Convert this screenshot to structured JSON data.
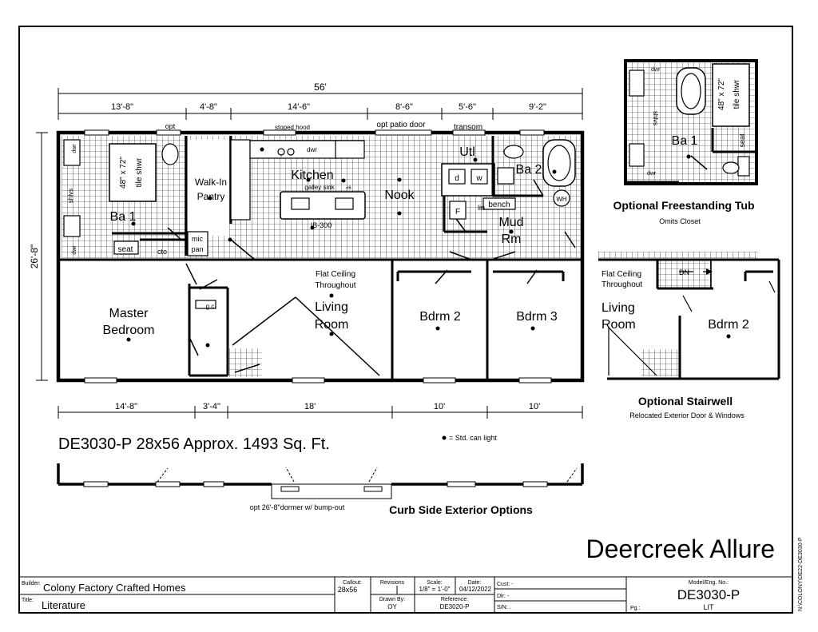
{
  "model_title": "DE3030-P 28x56  Approx. 1493 Sq. Ft.",
  "brand_title": "Deercreek Allure",
  "side_code": "N:\\COLONY\\DE22-DE3030-P",
  "legend": {
    "can_light": "= Std. can light"
  },
  "overall": {
    "width": "56'",
    "depth": "26'-8\""
  },
  "top_dims": [
    "13'-8\"",
    "4'-8\"",
    "14'-6\"",
    "8'-6\"",
    "5'-6\"",
    "9'-2\""
  ],
  "bottom_dims": [
    "14'-8\"",
    "3'-4\"",
    "18'",
    "10'",
    "10'"
  ],
  "exterior_labels": {
    "opt": "opt",
    "stoped_hood": "stoped hood",
    "opt_patio_door": "opt patio door",
    "transom": "transom"
  },
  "rooms": {
    "ba1": "Ba 1",
    "shower": "48\" x 72\"",
    "shower2": "tile shwr",
    "walkin": "Walk-In",
    "pantry": "Pantry",
    "kitchen": "Kitchen",
    "galley_sink": "galley sink",
    "sink_tag": "#6",
    "dwr": "dwr",
    "ib": "IB-300",
    "nook": "Nook",
    "utl": "Utl",
    "d": "d",
    "w": "w",
    "f": "F",
    "lin": "lin",
    "bench": "bench",
    "ba2": "Ba 2",
    "wh": "WH",
    "mud": "Mud",
    "rm": "Rm",
    "shlvs": "shlvs",
    "seat": "seat",
    "cto": "cto",
    "mic": "mic",
    "pan": "pan",
    "flat_ceiling": "Flat Ceiling",
    "throughout": "Throughout",
    "master": "Master",
    "bedroom": "Bedroom",
    "living": "Living",
    "room": "Room",
    "bdrm2": "Bdrm 2",
    "bdrm3": "Bdrm 3",
    "gc": "g.c."
  },
  "opt_tub": {
    "title": "Optional Freestanding Tub",
    "subtitle": "Omits Closet",
    "ba1": "Ba 1",
    "shower": "48\" x 72\"",
    "shower2": "tile shwr",
    "seat": "seat",
    "shlvs": "shlvs",
    "dwr": "dwr"
  },
  "opt_stair": {
    "title": "Optional Stairwell",
    "subtitle": "Relocated Exterior Door & Windows",
    "dn": "DN",
    "flat": "Flat Ceiling",
    "throughout": "Throughout",
    "living": "Living",
    "room": "Room",
    "bdrm2": "Bdrm 2"
  },
  "curb": {
    "title": "Curb Side Exterior Options",
    "dormer": "opt 26'-8\"dormer w/ bump-out"
  },
  "title_block": {
    "builder_label": "Builder:",
    "builder": "Colony Factory Crafted Homes",
    "title_label": "Title:",
    "title": "Literature",
    "callout_label": "Callout:",
    "callout": "28x56",
    "revisions_label": "Revisions",
    "drawn_label": "Drawn By:",
    "drawn": "OY",
    "scale_label": "Scale:",
    "scale": "1/8\" = 1'-0\"",
    "date_label": "Date:",
    "date": "04/12/2022",
    "ref_label": "Reference:",
    "ref": "DE3020-P",
    "cust_label": "Cust: -",
    "dlr_label": "Dlr: -",
    "sn_label": "S/N: .",
    "model_label": "Model/Eng. No.:",
    "model": "DE3030-P",
    "pg_label": "Pg.:",
    "pg": "LIT"
  }
}
